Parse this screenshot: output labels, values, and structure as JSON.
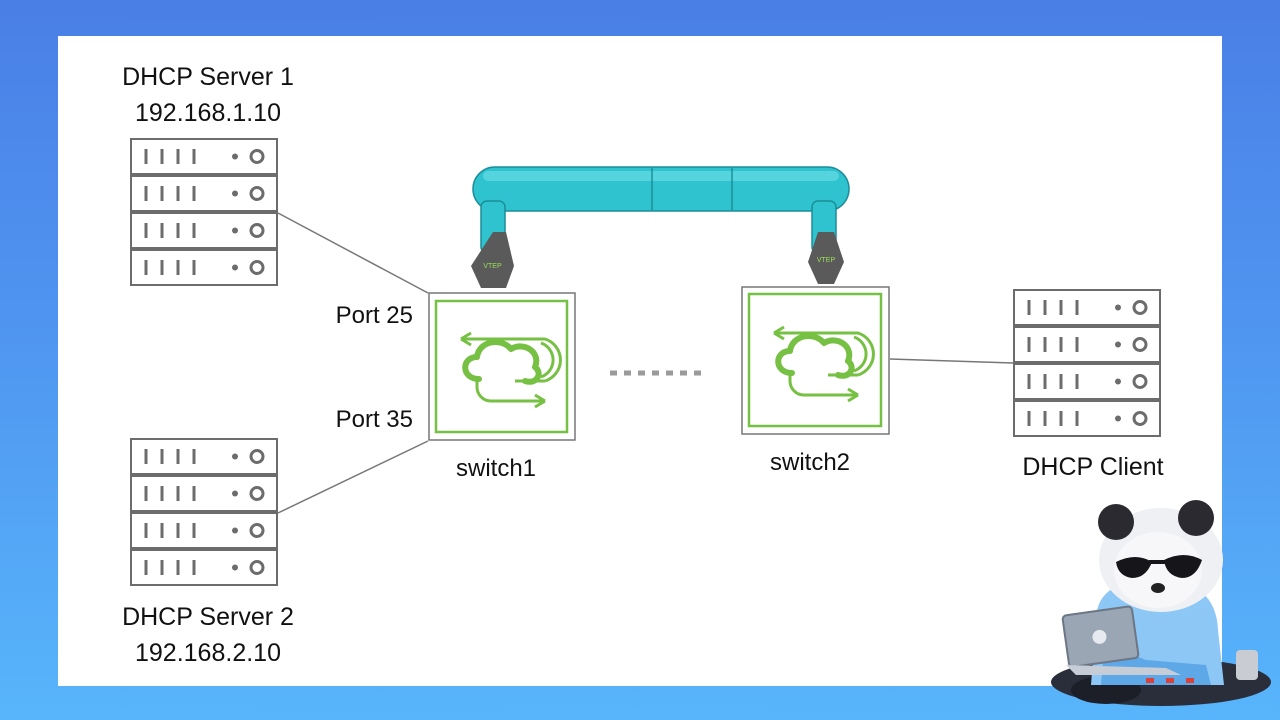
{
  "servers": [
    {
      "name": "DHCP Server 1",
      "ip": "192.168.1.10"
    },
    {
      "name": "DHCP Server 2",
      "ip": "192.168.2.10"
    }
  ],
  "client": {
    "name": "DHCP Client"
  },
  "switches": [
    {
      "name": "switch1",
      "vtep": "VTEP"
    },
    {
      "name": "switch2",
      "vtep": "VTEP"
    }
  ],
  "ports": {
    "upper": "Port 25",
    "lower": "Port 35"
  },
  "colors": {
    "background": "#4f95f0",
    "tunnel": "#2ec3cf",
    "tunnel_edge": "#1c8e98",
    "vtep": "#5a5a5a",
    "switch_accent": "#76c043",
    "server_stroke": "#6c6c6c",
    "link": "#777777"
  },
  "icons": [
    "server-rack-icon",
    "cloud-sync-icon",
    "vtep-hexagon-icon",
    "panda-hacker-illustration"
  ]
}
